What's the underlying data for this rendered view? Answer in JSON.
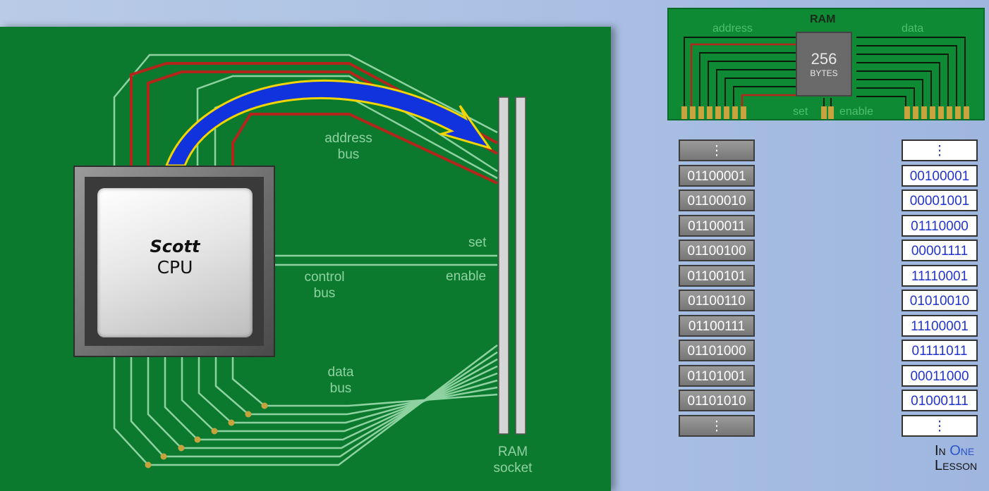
{
  "cpu": {
    "name": "Scott",
    "label": "CPU"
  },
  "board_labels": {
    "address_bus": [
      "address",
      "bus"
    ],
    "control_bus": [
      "control",
      "bus"
    ],
    "data_bus": [
      "data",
      "bus"
    ],
    "set": "set",
    "enable": "enable",
    "ram_socket": [
      "RAM",
      "socket"
    ]
  },
  "ram_card": {
    "title": "RAM",
    "address": "address",
    "data": "data",
    "capacity": "256",
    "unit": "BYTES",
    "set": "set",
    "enable": "enable"
  },
  "addresses": {
    "ellipsis": "⋮",
    "values": [
      "01100001",
      "01100010",
      "01100011",
      "01100100",
      "01100101",
      "01100110",
      "01100111",
      "01101000",
      "01101001",
      "01101010"
    ]
  },
  "data_values": {
    "ellipsis": "⋮",
    "values": [
      "00100001",
      "00001001",
      "01110000",
      "00001111",
      "11110001",
      "01010010",
      "11100001",
      "01111011",
      "00011000",
      "01000111"
    ]
  },
  "logo": {
    "line1_a": "In ",
    "line1_b": "One",
    "line2": "Lesson"
  },
  "colors": {
    "board": "#0c7a2e",
    "trace": "#8fd2a2",
    "red_trace": "#b4261c",
    "arrow_fill": "#1133dd",
    "arrow_edge": "#f2d400",
    "data_text": "#2233cc"
  }
}
